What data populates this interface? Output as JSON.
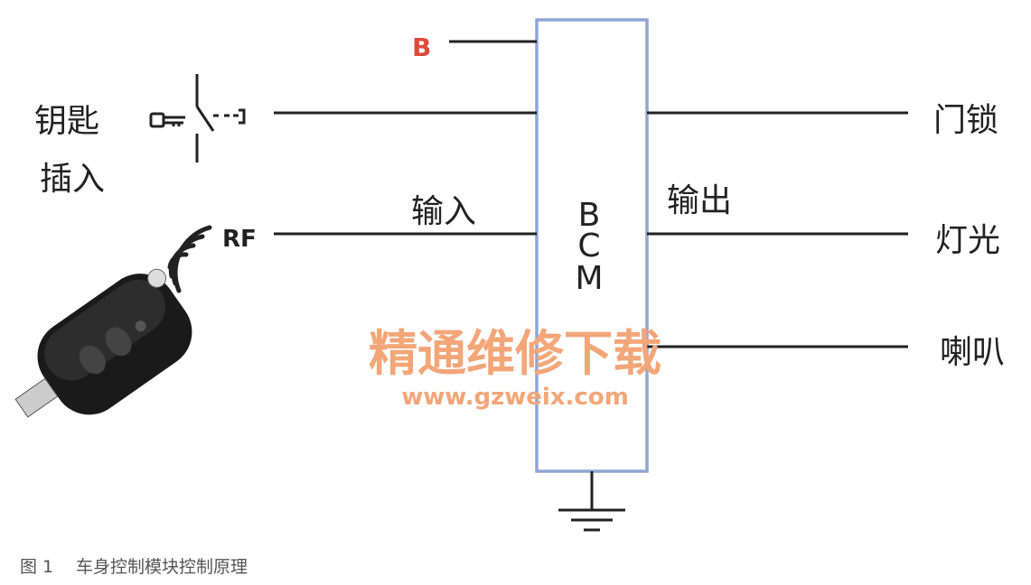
{
  "diagram": {
    "module_letters": [
      "B",
      "C",
      "M"
    ],
    "inputs": {
      "battery_label": "B",
      "key_label_line1": "钥匙",
      "key_label_line2": "插入",
      "rf_label": "RF",
      "input_label": "输入"
    },
    "outputs": {
      "output_label": "输出",
      "items": [
        "门锁",
        "灯光",
        "喇叭"
      ]
    },
    "watermark": {
      "title": "精通维修下载",
      "url": "www.gzweix.com"
    },
    "caption": {
      "figure_number": "图 1",
      "text": "车身控制模块控制原理"
    },
    "colors": {
      "module_border": "#8fa6d6",
      "battery_label": "#e0493c",
      "watermark": "#f3a678"
    }
  }
}
